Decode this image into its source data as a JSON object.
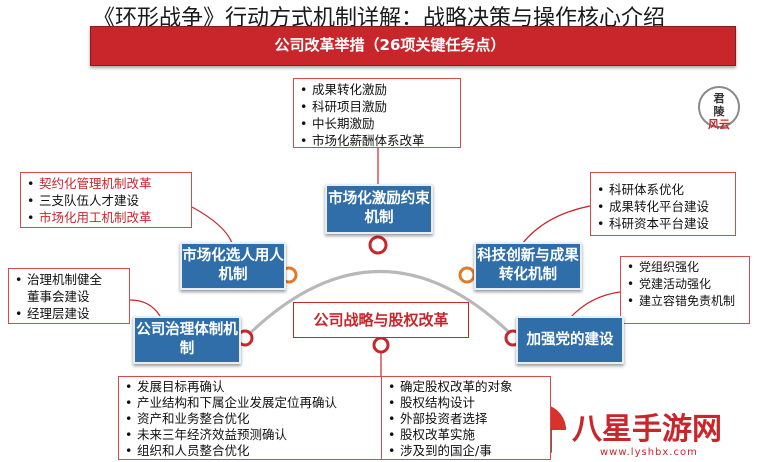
{
  "page_title": "《环形战争》行动方式机制详解：战略决策与操作核心介绍",
  "banner": {
    "title": "公司改革举措（26项关键任务点）"
  },
  "top_box": {
    "items": [
      "成果转化激励",
      "科研项目激励",
      "中长期激励",
      "市场化薪酬体系改革"
    ]
  },
  "left_upper_box": {
    "items": [
      {
        "text": "契约化管理机制改革",
        "highlight": true
      },
      {
        "text": "三支队伍人才建设",
        "highlight": false
      },
      {
        "text": "市场化用工机制改革",
        "highlight": true
      }
    ]
  },
  "right_upper_box": {
    "items": [
      "科研体系优化",
      "成果转化平台建设",
      "科研资本平台建设"
    ]
  },
  "left_lower_box": {
    "items": [
      "治理机制健全",
      "董事会建设",
      "经理层建设"
    ]
  },
  "right_lower_box": {
    "items": [
      "党组织强化",
      "党建活动强化",
      "建立容错免责机制"
    ]
  },
  "bottom_left_box": {
    "items": [
      "发展目标再确认",
      "产业结构和下属企业发展定位再确认",
      "资产和业务整合优化",
      "未来三年经济效益预测确认",
      "组织和人员整合优化"
    ]
  },
  "bottom_right_box": {
    "items": [
      "确定股权改革的对象",
      "股权结构设计",
      "外部投资者选择",
      "股权改革实施",
      "涉及到的国企/事"
    ]
  },
  "nodes": {
    "top": "市场化激励约束机制",
    "left_upper": "市场化选人用人机制",
    "right_upper": "科技创新与成果转化机制",
    "left_lower": "公司治理体制机制",
    "right_lower": "加强党的建设",
    "center": "公司战略与股权改革"
  },
  "logo": {
    "line1": "君",
    "line2": "陵",
    "line3": "风云"
  },
  "watermark": {
    "text": "八星手游网",
    "url": "www.lyshbx.com"
  },
  "colors": {
    "accent_red": "#c9262c",
    "node_blue": "#2f6ea8",
    "arc_gray": "#b8b8b8"
  }
}
